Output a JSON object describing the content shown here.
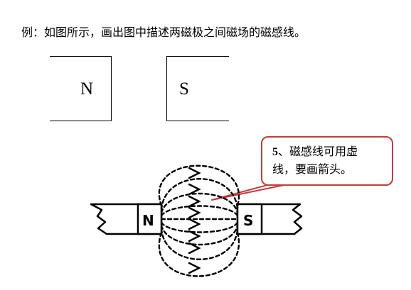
{
  "question": {
    "text": "例：如图所示，画出图中描述两磁极之间磁场的磁感线。"
  },
  "magnets_top": {
    "left_pole": "N",
    "right_pole": "S"
  },
  "callout": {
    "number": "5",
    "line1_rest": "、磁感线可用虚",
    "line2": "线，要画箭头。",
    "border_color": "#c53a3f"
  },
  "diagram": {
    "left_pole": "N",
    "right_pole": "S"
  }
}
